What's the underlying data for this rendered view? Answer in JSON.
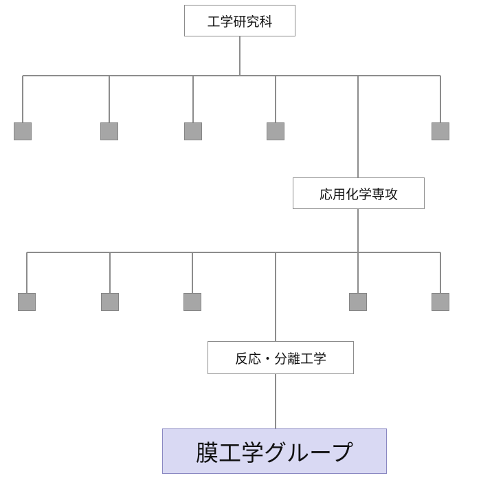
{
  "org_chart": {
    "root": "工学研究科",
    "department": "応用化学専攻",
    "division": "反応・分離工学",
    "group": "膜工学グループ"
  },
  "colors": {
    "line": "#8c8c8c",
    "node_fill": "#a6a6a6",
    "highlight_fill": "#d9d9f3",
    "highlight_border": "#8a88c2"
  }
}
